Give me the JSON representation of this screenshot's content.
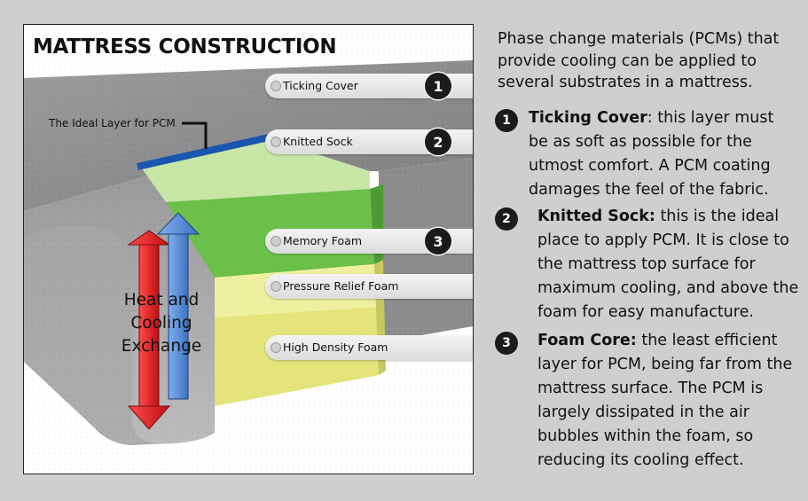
{
  "diagram": {
    "title": "MATTRESS CONSTRUCTION",
    "ideal_layer_label": "The Ideal Layer for PCM",
    "exchange_label": [
      "Heat and",
      "Cooling",
      "Exchange"
    ],
    "callouts": [
      {
        "label": "Ticking Cover",
        "badge": "1"
      },
      {
        "label": "Knitted Sock",
        "badge": "2"
      },
      {
        "label": "Memory Foam",
        "badge": "3"
      },
      {
        "label": "Pressure Relief Foam",
        "badge": ""
      },
      {
        "label": "High Density Foam",
        "badge": ""
      }
    ],
    "colors": {
      "ticking": "#8a8a8c",
      "memory_foam": "#6cc04a",
      "pressure_relief_foam": "#eef0a0",
      "high_density_foam": "#e4e47a",
      "pcm_layer": "#1a56b0",
      "heat_arrow": "#e01b1b",
      "cool_arrow": "#4a86d4"
    }
  },
  "text": {
    "intro": "Phase change materials (PCMs) that provide cooling can be applied to several substrates in a mattress.",
    "items": [
      {
        "badge": "1",
        "heading": "Ticking Cover",
        "sep": ":",
        "body": " this layer must be as soft as possible for the utmost comfort. A PCM coating damages the feel of the fabric."
      },
      {
        "badge": "2",
        "heading": "Knitted Sock:",
        "sep": "",
        "body": " this is the ideal place to apply PCM. It is close to the mattress top surface for maximum cooling, and above the foam for easy manufacture."
      },
      {
        "badge": "3",
        "heading": "Foam Core:",
        "sep": "",
        "body": " the least efficient layer for PCM, being far from the mattress surface. The PCM is largely dissipated in the air bubbles within the foam, so reducing its cooling effect."
      }
    ]
  }
}
